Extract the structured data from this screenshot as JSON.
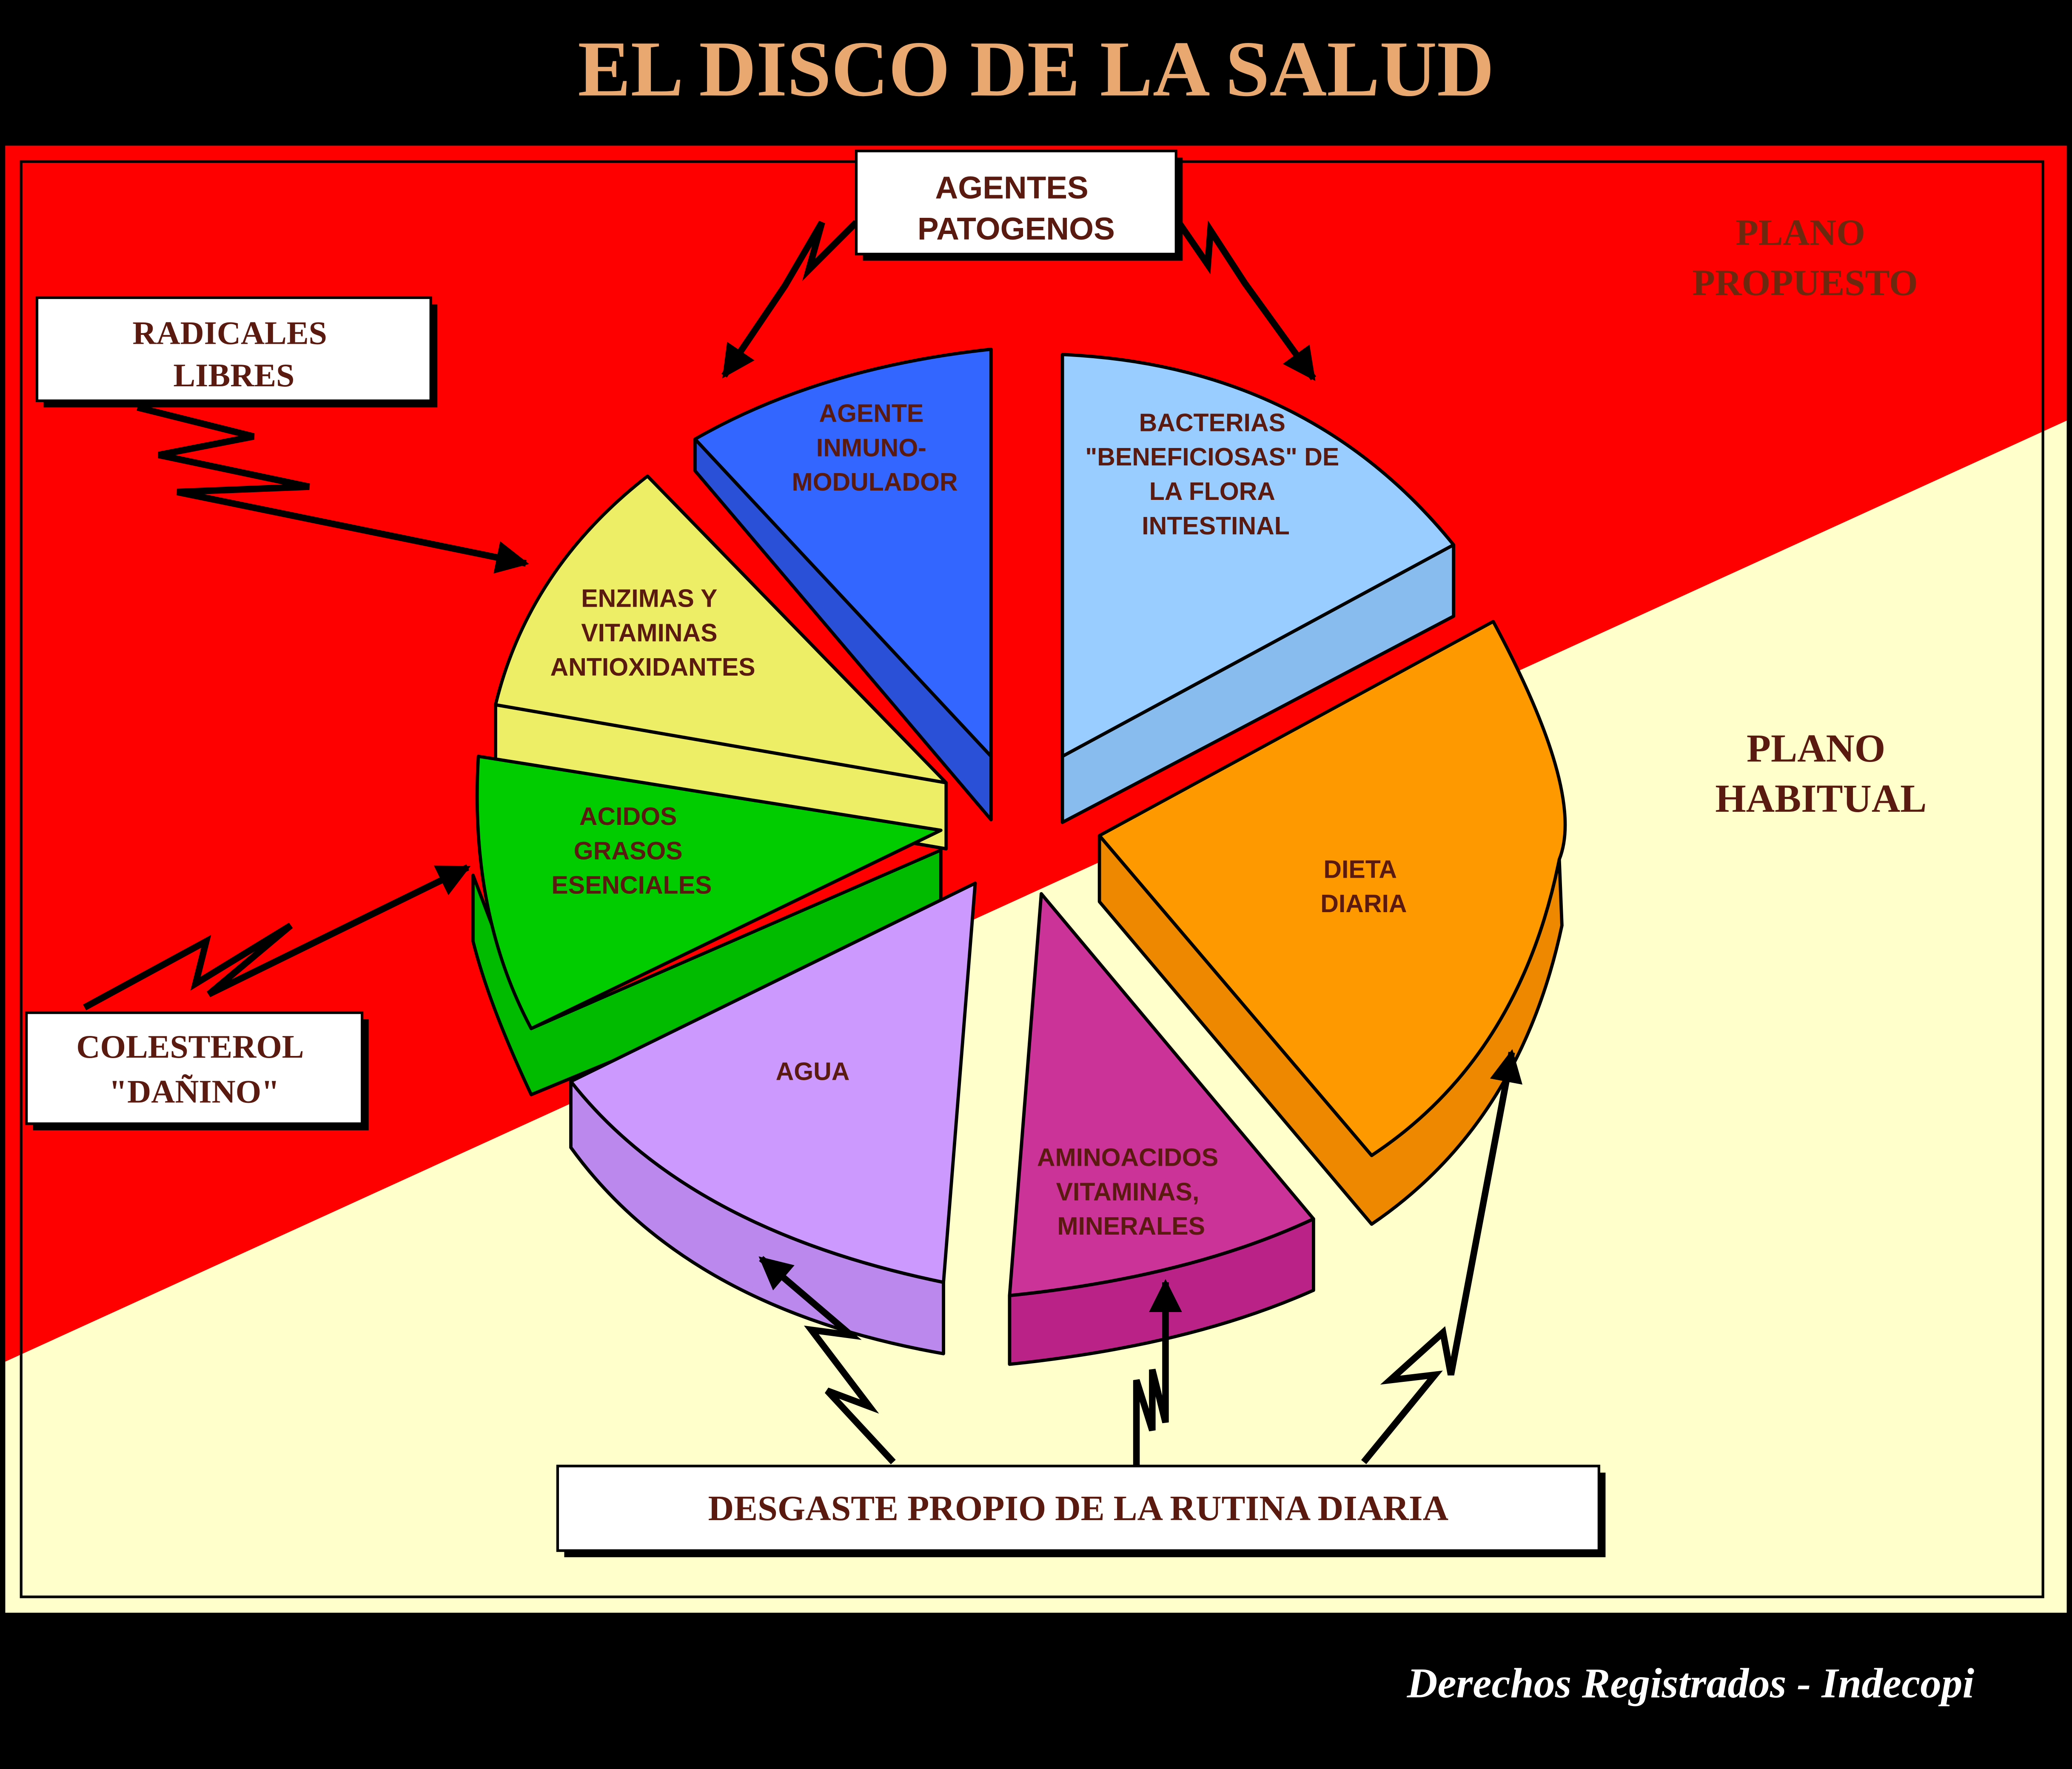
{
  "title": "EL DISCO DE LA SALUD",
  "footer": "Derechos Registrados - Indecopi",
  "planes": {
    "proposed": [
      "PLANO",
      "PROPUESTO"
    ],
    "habitual": [
      "PLANO",
      "HABITUAL"
    ]
  },
  "callouts": {
    "agentes_patogenos": [
      "AGENTES",
      "PATOGENOS"
    ],
    "radicales_libres": [
      "RADICALES",
      "LIBRES"
    ],
    "colesterol": [
      "COLESTEROL",
      "\"DAÑINO\""
    ],
    "desgaste": "DESGASTE PROPIO DE LA RUTINA DIARIA"
  },
  "segments": {
    "agente_inmunomodulador": [
      "AGENTE",
      "INMUNO-",
      "MODULADOR"
    ],
    "bacterias": [
      "BACTERIAS",
      "\"BENEFICIOSAS\" DE",
      "LA FLORA",
      "INTESTINAL"
    ],
    "enzimas": [
      "ENZIMAS  Y",
      "VITAMINAS",
      "ANTIOXIDANTES"
    ],
    "acidos_grasos": [
      "ACIDOS",
      "GRASOS",
      "ESENCIALES"
    ],
    "dieta_diaria": [
      "DIETA",
      "DIARIA"
    ],
    "agua": [
      "AGUA"
    ],
    "aminoacidos": [
      "AMINOACIDOS",
      "VITAMINAS,",
      "MINERALES"
    ]
  },
  "colors": {
    "background": "#000000",
    "title": "#E8A870",
    "proposed_plane": "#FF0000",
    "habitual_plane": "#FFFFCC",
    "plane_text": "#6B2A10",
    "label_text": "#5A1A10",
    "agente_inmunomodulador": "#3366FF",
    "bacterias": "#99CCFF",
    "enzimas": "#EEEE66",
    "acidos_grasos": "#00CC00",
    "dieta_diaria": "#FF9900",
    "agua": "#CC99FF",
    "aminoacidos": "#CC3399"
  }
}
